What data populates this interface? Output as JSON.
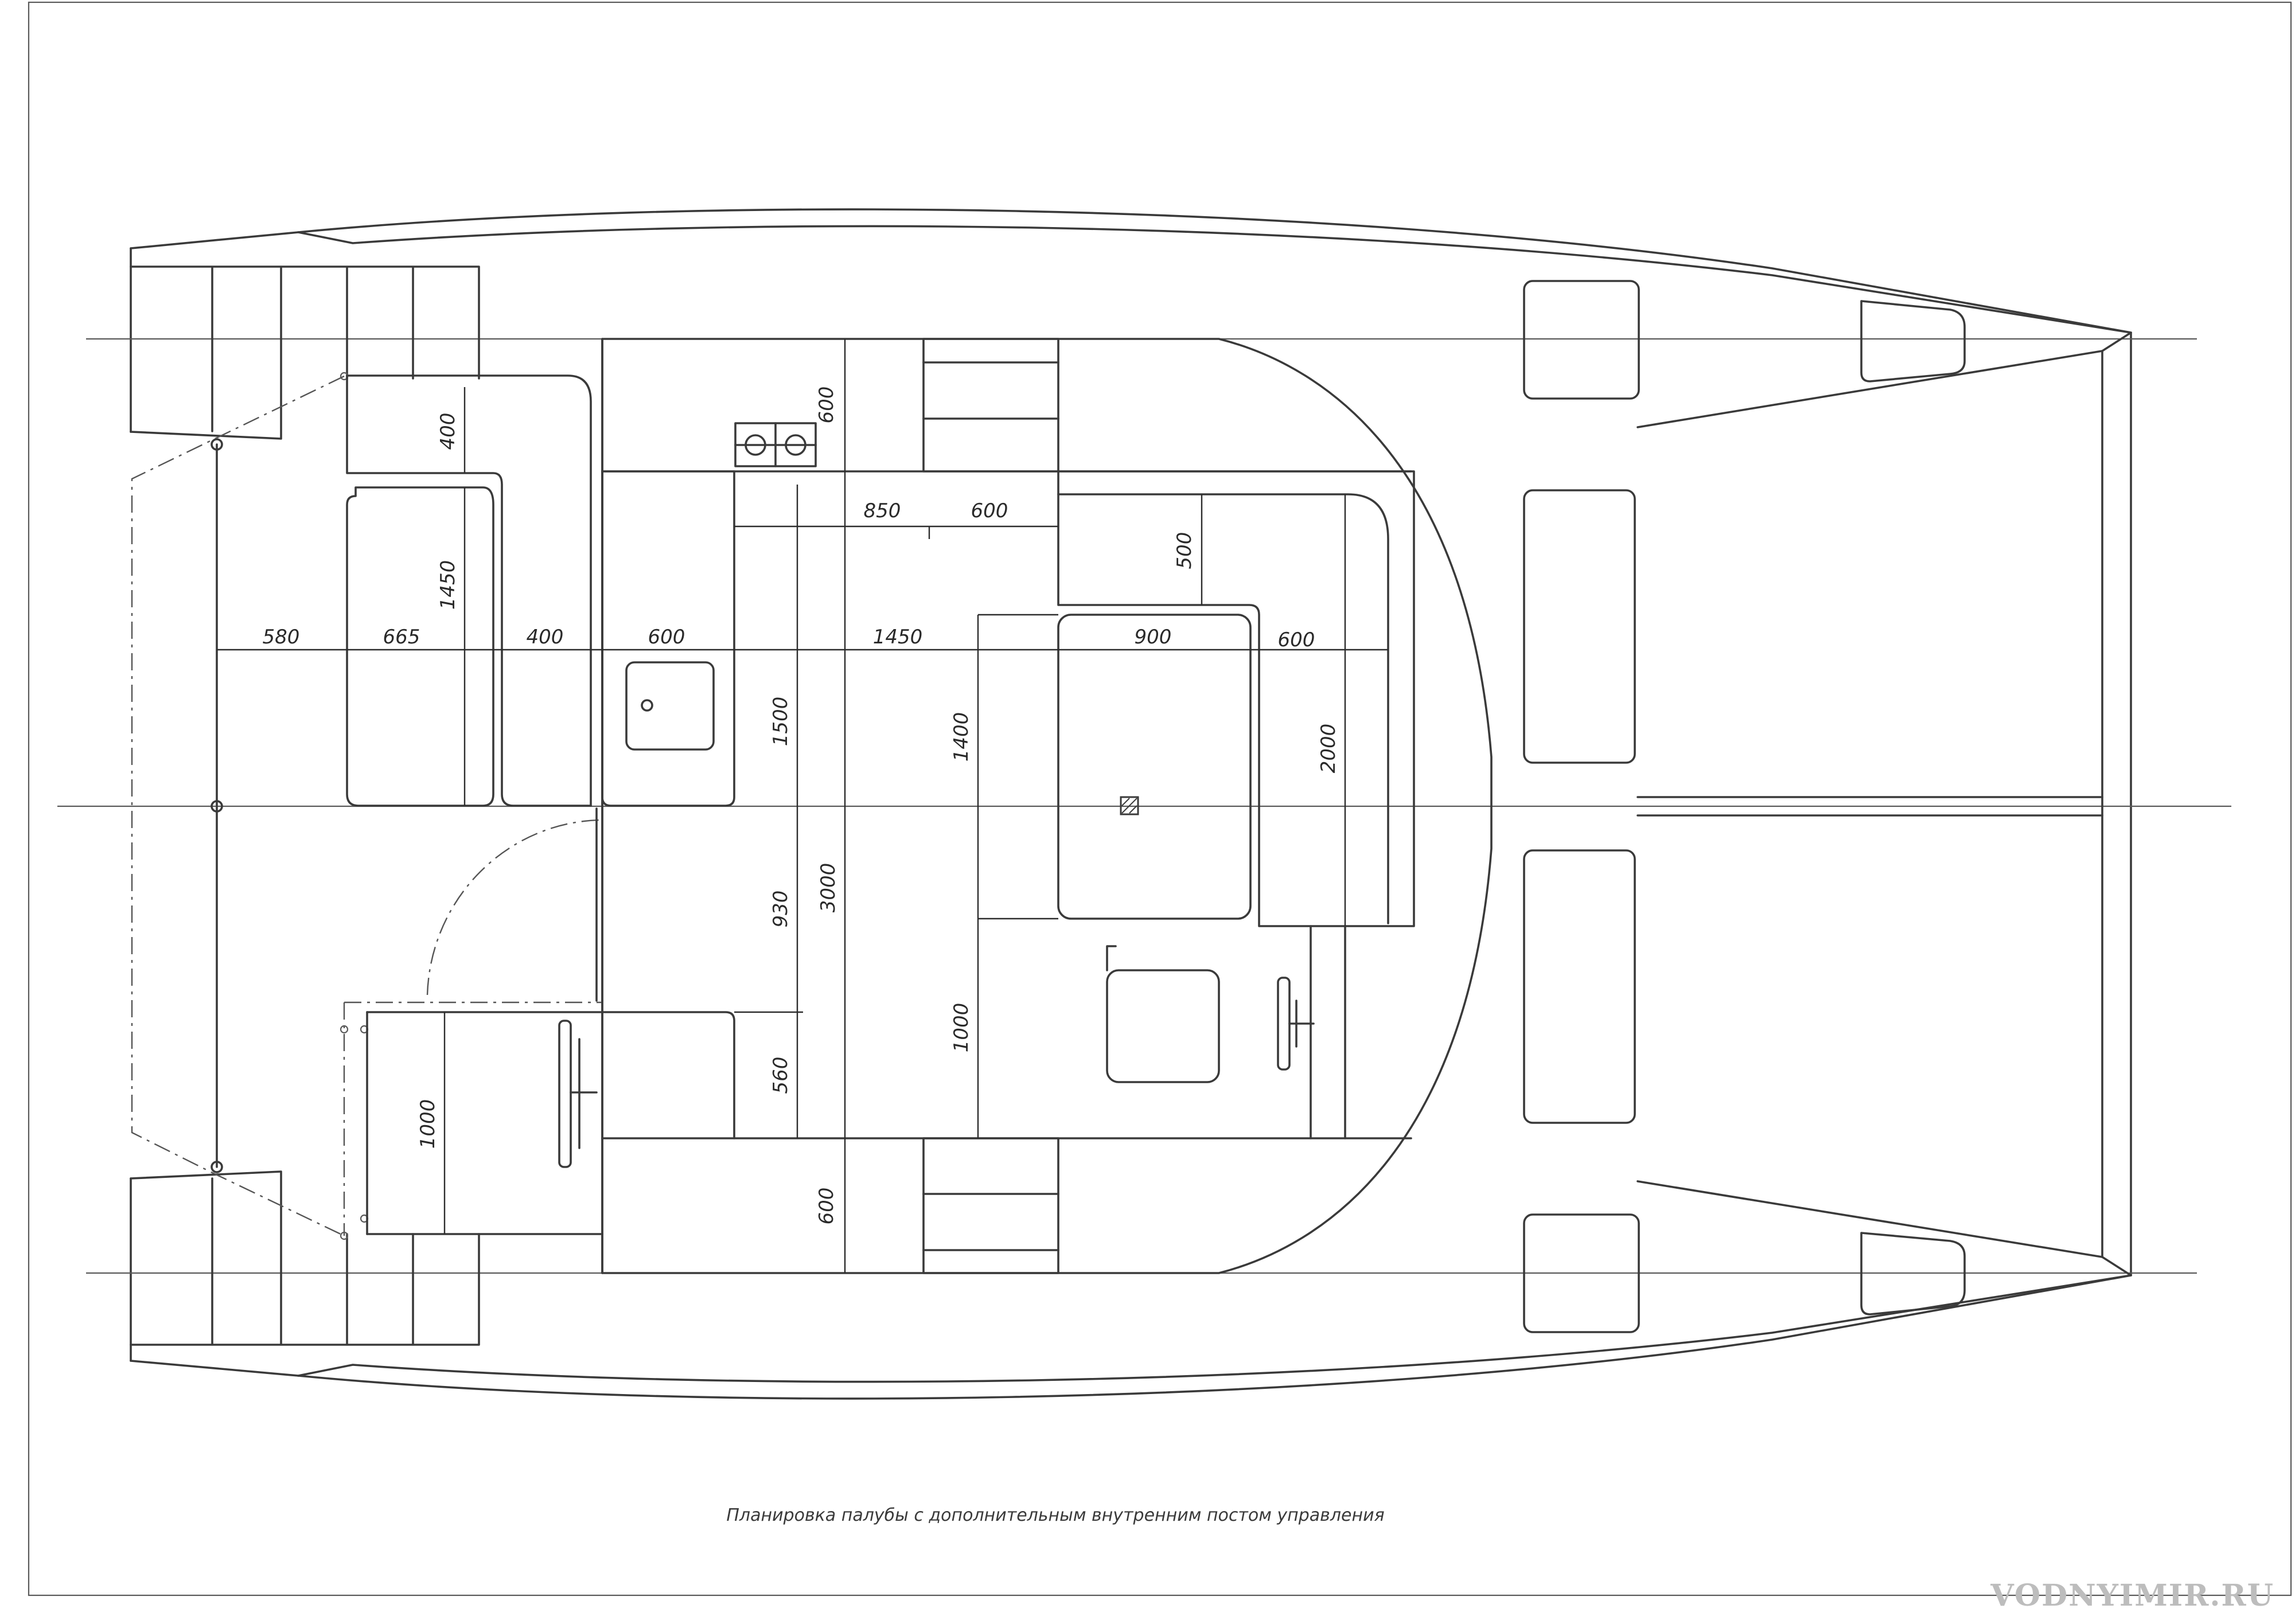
{
  "caption": "Планировка палубы с дополнительным внутренним постом управления",
  "watermark": "VODNYIMIR.RU",
  "dimensions": {
    "aft_580": "580",
    "seat_665": "665",
    "gap_400": "400",
    "sink_600": "600",
    "floor_1450": "1450",
    "table_900": "900",
    "bench_600": "600",
    "cabin_850": "850",
    "step_600": "600",
    "stove_600": "600",
    "lower_600": "600",
    "settee_400": "400",
    "settee_1450": "1450",
    "sofa_500": "500",
    "bench_2000": "2000",
    "table_1400": "1400",
    "galley_1500": "1500",
    "beam_3000": "3000",
    "galley_930": "930",
    "helm_1000": "1000",
    "cabin_560": "560",
    "cockpit_1000": "1000"
  },
  "colors": {
    "line": "#3a3a3a",
    "watermark": "#bdbdbd"
  }
}
